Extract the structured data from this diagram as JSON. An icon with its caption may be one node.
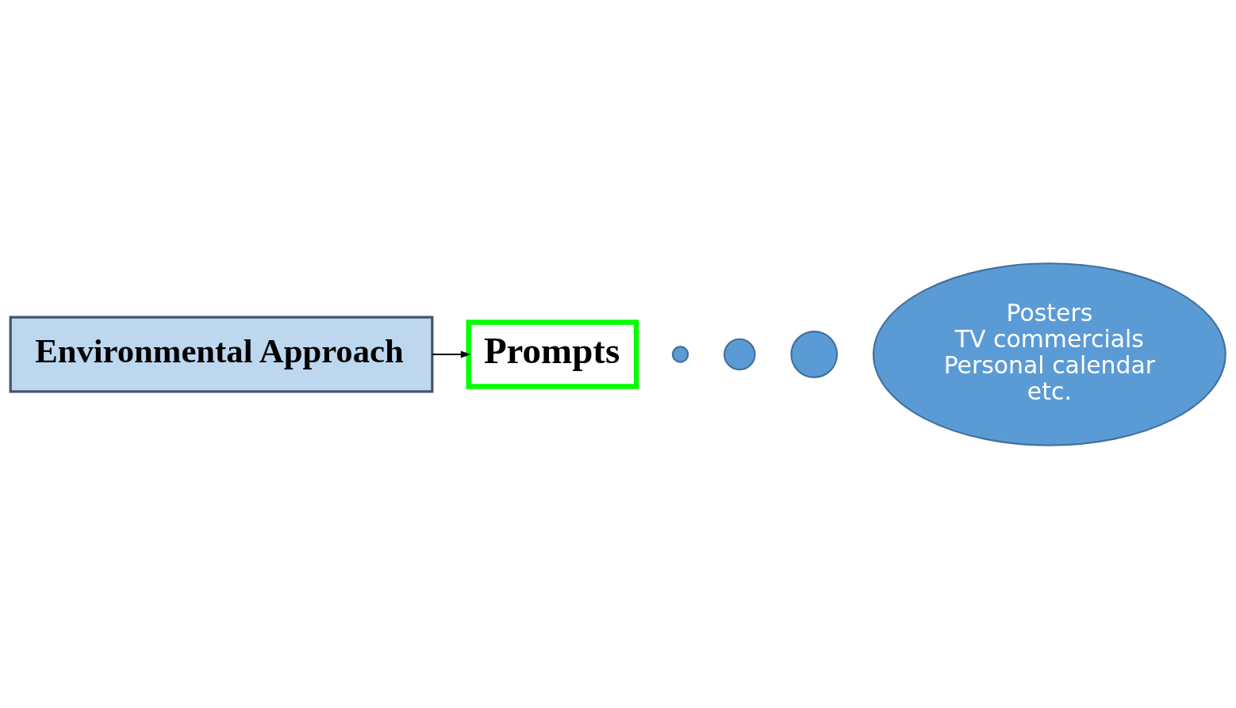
{
  "diagram": {
    "nodes": [
      {
        "text": [
          "Environmental Approach"
        ]
      },
      {
        "text": [
          "Prompts"
        ]
      },
      {
        "text": [],
        "shape": "circle"
      },
      {
        "text": [],
        "shape": "circle"
      },
      {
        "text": [],
        "shape": "circle"
      },
      {
        "text": [
          "Posters",
          "TV commercials",
          "Personal calendar",
          "etc."
        ]
      }
    ],
    "edges": [
      {
        "from": 0,
        "to": 1,
        "arrow": "to"
      }
    ]
  }
}
